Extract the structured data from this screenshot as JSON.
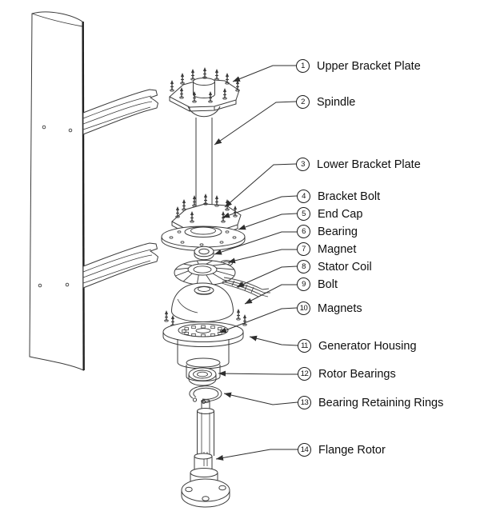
{
  "parts": [
    {
      "number": "1",
      "label": "Upper Bracket Plate"
    },
    {
      "number": "2",
      "label": "Spindle"
    },
    {
      "number": "3",
      "label": "Lower Bracket Plate"
    },
    {
      "number": "4",
      "label": "Bracket Bolt"
    },
    {
      "number": "5",
      "label": "End Cap"
    },
    {
      "number": "6",
      "label": "Bearing"
    },
    {
      "number": "7",
      "label": "Magnet"
    },
    {
      "number": "8",
      "label": "Stator Coil"
    },
    {
      "number": "9",
      "label": "Bolt"
    },
    {
      "number": "10",
      "label": "Magnets"
    },
    {
      "number": "11",
      "label": "Generator Housing"
    },
    {
      "number": "12",
      "label": "Rotor Bearings"
    },
    {
      "number": "13",
      "label": "Bearing Retaining Rings"
    },
    {
      "number": "14",
      "label": "Flange Rotor"
    }
  ],
  "colors": {
    "line": "#3b3b3b",
    "text": "#0f0f0f",
    "background": "#ffffff"
  }
}
